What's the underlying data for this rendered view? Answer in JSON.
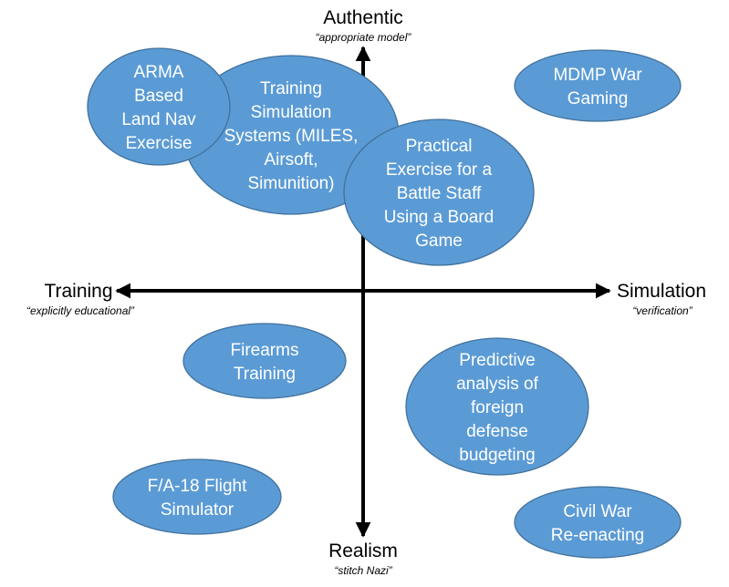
{
  "colors": {
    "bubble_fill": "#5b9bd5",
    "bubble_stroke": "#41719c",
    "bubble_text": "#ffffff",
    "axis": "#000000"
  },
  "axes": {
    "top": {
      "label": "Authentic",
      "sub": "“appropriate model”"
    },
    "bottom": {
      "label": "Realism",
      "sub": "“stitch Nazi”"
    },
    "left": {
      "label": "Training",
      "sub": "“explicitly educational”"
    },
    "right": {
      "label": "Simulation",
      "sub": "“verification”"
    }
  },
  "bubbles": [
    {
      "id": "training-simulation-systems",
      "lines": [
        "Training",
        "Simulation",
        "Systems (MILES,",
        "Airsoft,",
        "Simunition)"
      ]
    },
    {
      "id": "arma-land-nav",
      "lines": [
        "ARMA",
        "Based",
        "Land Nav",
        "Exercise"
      ]
    },
    {
      "id": "practical-exercise-board-game",
      "lines": [
        "Practical",
        "Exercise for a",
        "Battle Staff",
        "Using a Board",
        "Game"
      ]
    },
    {
      "id": "mdmp-war-gaming",
      "lines": [
        "MDMP War",
        "Gaming"
      ]
    },
    {
      "id": "firearms-training",
      "lines": [
        "Firearms",
        "Training"
      ]
    },
    {
      "id": "predictive-analysis",
      "lines": [
        "Predictive",
        "analysis of",
        "foreign",
        "defense",
        "budgeting"
      ]
    },
    {
      "id": "fa18-flight-simulator",
      "lines": [
        "F/A-18 Flight",
        "Simulator"
      ]
    },
    {
      "id": "civil-war-reenacting",
      "lines": [
        "Civil War",
        "Re-enacting"
      ]
    }
  ]
}
